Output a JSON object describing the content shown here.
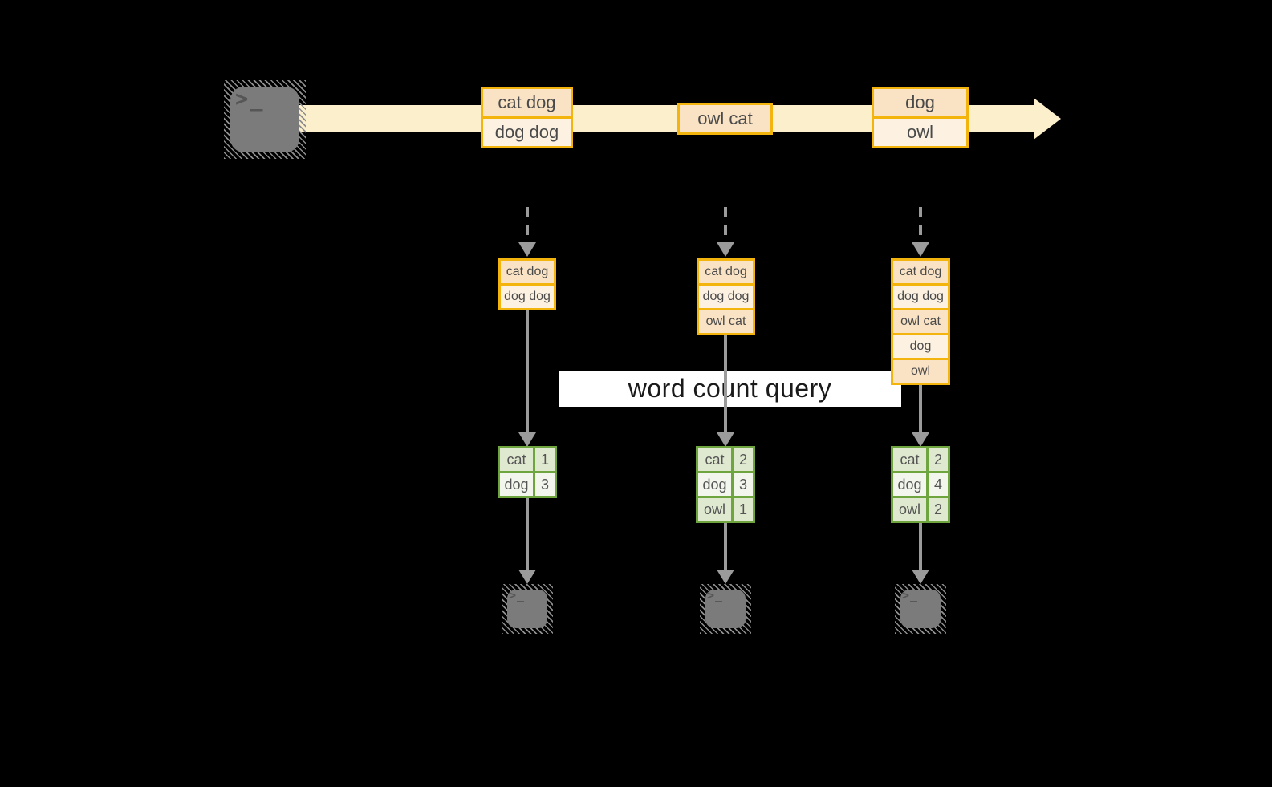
{
  "query": {
    "label": "word count query"
  },
  "terminal": {
    "glyph": ">_"
  },
  "stream": {
    "events": [
      {
        "lines": [
          "cat dog",
          "dog dog"
        ]
      },
      {
        "lines": [
          "owl cat"
        ]
      },
      {
        "lines": [
          "dog",
          "owl"
        ]
      }
    ]
  },
  "pipelines": [
    {
      "snapshot": [
        "cat dog",
        "dog dog"
      ],
      "counts": [
        {
          "word": "cat",
          "count": "1"
        },
        {
          "word": "dog",
          "count": "3"
        }
      ]
    },
    {
      "snapshot": [
        "cat dog",
        "dog dog",
        "owl cat"
      ],
      "counts": [
        {
          "word": "cat",
          "count": "2"
        },
        {
          "word": "dog",
          "count": "3"
        },
        {
          "word": "owl",
          "count": "1"
        }
      ]
    },
    {
      "snapshot": [
        "cat dog",
        "dog dog",
        "owl cat",
        "dog",
        "owl"
      ],
      "counts": [
        {
          "word": "cat",
          "count": "2"
        },
        {
          "word": "dog",
          "count": "4"
        },
        {
          "word": "owl",
          "count": "2"
        }
      ]
    }
  ],
  "colors": {
    "background": "#000000",
    "stream_band": "#fbf0cb",
    "box_border": "#f2b40d",
    "row_peach": "#fae3c5",
    "row_cream": "#fdf2e2",
    "table_border": "#6fa53f",
    "cell_tint": "#dfe9d0",
    "cell_light": "#f2f6ec",
    "arrow_gray": "#9b9b9b",
    "terminal_gray": "#7b7b7b",
    "query_band": "#ffffff",
    "text_dark": "#4a4a4a"
  }
}
